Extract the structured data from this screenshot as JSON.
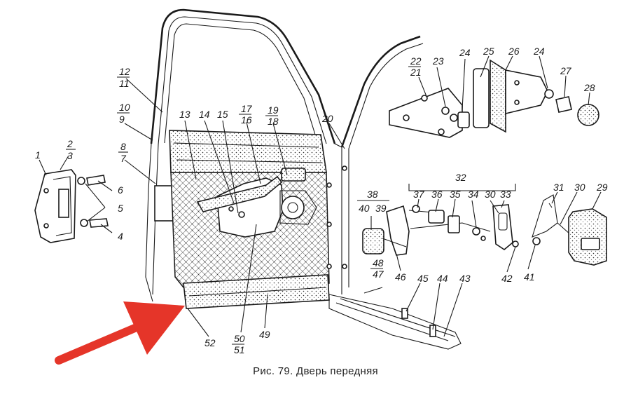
{
  "caption": "Рис. 79. Дверь передняя",
  "arrow_color": "#e53529",
  "line_color": "#1a1a1a",
  "labels": {
    "l1": "1",
    "l2": "2",
    "l3": "3",
    "l4": "4",
    "l5": "5",
    "l6": "6",
    "l7": "7",
    "l8": "8",
    "l9": "9",
    "l10": "10",
    "l11": "11",
    "l12": "12",
    "l13": "13",
    "l14": "14",
    "l15": "15",
    "l16": "16",
    "l17": "17",
    "l18": "18",
    "l19": "19",
    "l20": "20",
    "l21": "21",
    "l22": "22",
    "l23": "23",
    "l24a": "24",
    "l24b": "24",
    "l25": "25",
    "l26": "26",
    "l27": "27",
    "l28": "28",
    "l29": "29",
    "l30a": "30",
    "l30b": "30",
    "l31": "31",
    "l32": "32",
    "l33": "33",
    "l34": "34",
    "l35": "35",
    "l36": "36",
    "l37": "37",
    "l38": "38",
    "l39": "39",
    "l40": "40",
    "l41": "41",
    "l42": "42",
    "l43": "43",
    "l44": "44",
    "l45": "45",
    "l46": "46",
    "l47": "47",
    "l48": "48",
    "l49": "49",
    "l50": "50",
    "l51": "51",
    "l52": "52"
  }
}
